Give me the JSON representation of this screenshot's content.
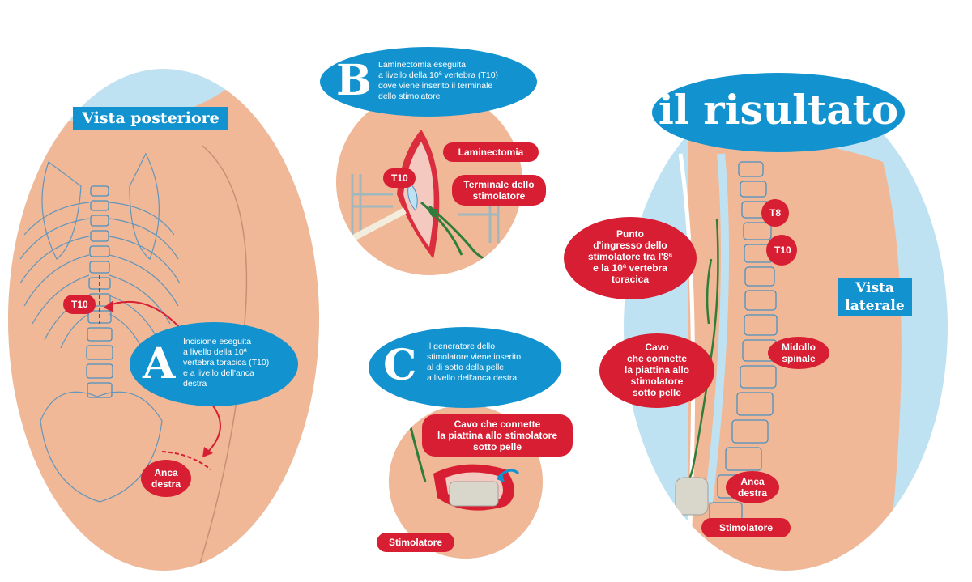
{
  "panel_a": {
    "view_label": "Vista posteriore",
    "t10_label": "T10",
    "bubble_letter": "A",
    "bubble_text": "Incisione eseguita\na livello della 10ª\nvertebra toracica (T10)\ne a livello dell'anca\ndestra",
    "hip_label": "Anca\ndestra"
  },
  "panel_b": {
    "bubble_letter": "B",
    "bubble_text": "Laminectomia eseguita\na livello della 10ª  vertebra (T10)\ndove viene inserito il terminale\ndello stimolatore",
    "t10_label": "T10",
    "laminectomy_label": "Laminectomia",
    "terminal_label": "Terminale dello\nstimolatore"
  },
  "panel_c": {
    "bubble_letter": "C",
    "bubble_text": "Il generatore dello\nstimolatore viene inserito\nal di sotto della pelle\na livello dell'anca destra",
    "cable_label": "Cavo che connette\nla piattina allo stimolatore\nsotto pelle",
    "stimulator_label": "Stimolatore"
  },
  "panel_result": {
    "title": "il risultato",
    "view_label": "Vista\nlaterale",
    "t8_label": "T8",
    "t10_label": "T10",
    "entry_label": "Punto\nd'ingresso dello\nstimolatore tra l'8ª\ne la 10ª vertebra\ntoracica",
    "spinal_cord_label": "Midollo\nspinale",
    "cable_label": "Cavo\nche connette\nla piattina allo\nstimolatore\nsotto pelle",
    "hip_label": "Anca\ndestra",
    "stimulator_label": "Stimolatore"
  },
  "colors": {
    "skin": "#f0b896",
    "light_blue": "#bfe2f3",
    "accent_blue": "#1293cf",
    "accent_red": "#d71e33",
    "line_blue": "#4a90c2",
    "cable_green": "#2e7d3a"
  }
}
